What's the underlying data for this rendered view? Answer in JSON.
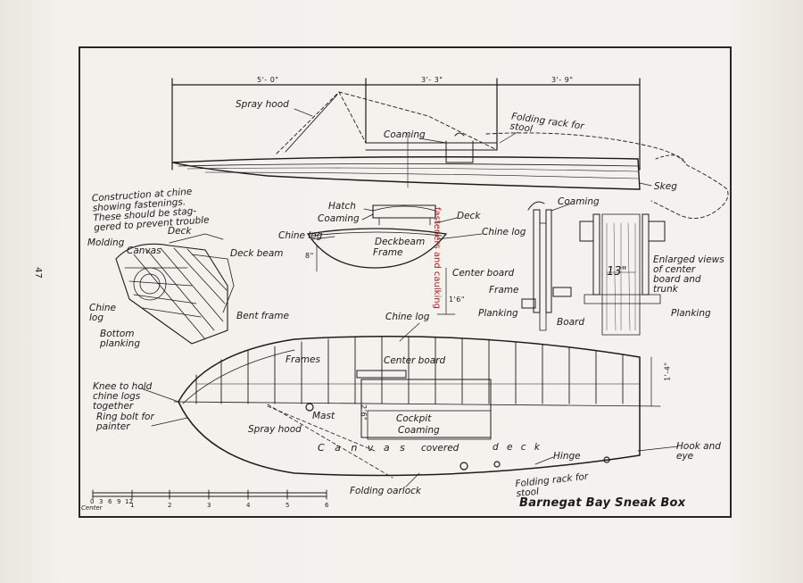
{
  "page_number": "47",
  "title": "Barnegat Bay Sneak Box",
  "red_annotation": "fasteners and caulking",
  "dimensions": {
    "bow_section": "5'- 0\"",
    "mid_section": "3'- 3\"",
    "stern_section": "3'- 9\"",
    "depth_8": "8\"",
    "depth_1_6": "1'6\"",
    "depth_1_4": "1'-4\"",
    "trunk_width": "13\"",
    "cockpit_dim": "2'6\""
  },
  "labels": {
    "spray_hood_top": "Spray hood",
    "coaming_top": "Coaming",
    "folding_rack_top": "Folding rack for\nstool",
    "skeg": "Skeg",
    "construction_note": "Construction at chine\nshowing fastenings.\nThese should be stag-\ngered to prevent trouble",
    "deck_left": "Deck",
    "molding": "Molding",
    "canvas_left": "Canvas",
    "deck_beam": "Deck beam",
    "chine_log_left": "Chine\nlog",
    "bent_frame": "Bent frame",
    "bottom_planking": "Bottom\nplanking",
    "hatch": "Hatch",
    "coaming_section": "Coaming",
    "deck_section": "Deck",
    "chine_log_section_l": "Chine log",
    "chine_log_section_r": "Chine log",
    "deckbeam_section": "Deckbeam",
    "frame_section": "Frame",
    "centerboard_section": "Center board",
    "coaming_trunk": "Coaming",
    "enlarged_views": "Enlarged views\nof center\nboard and\ntrunk",
    "frame_trunk": "Frame",
    "planking_trunk_l": "Planking",
    "board": "Board",
    "planking_trunk_r": "Planking",
    "chine_log_plan": "Chine log",
    "frames_plan": "Frames",
    "center_board_plan": "Center board",
    "knee": "Knee to hold\nchine logs\ntogether",
    "mast": "Mast",
    "ring_bolt": "Ring bolt for\npainter",
    "spray_hood_plan": "Spray hood",
    "cockpit": "Cockpit",
    "coaming_plan": "Coaming",
    "canvas_plan": "C a n v a s",
    "covered": "covered",
    "deck_plan": "d e c k",
    "hinge": "Hinge",
    "hook_eye": "Hook and\neye",
    "folding_rack_plan": "Folding rack for\nstool",
    "folding_oarlock": "Folding oarlock"
  },
  "scale": {
    "inches": [
      "0",
      "3",
      "6",
      "9",
      "12"
    ],
    "feet": [
      "1",
      "2",
      "3",
      "4",
      "5",
      "6"
    ],
    "unit_note": "Center"
  }
}
